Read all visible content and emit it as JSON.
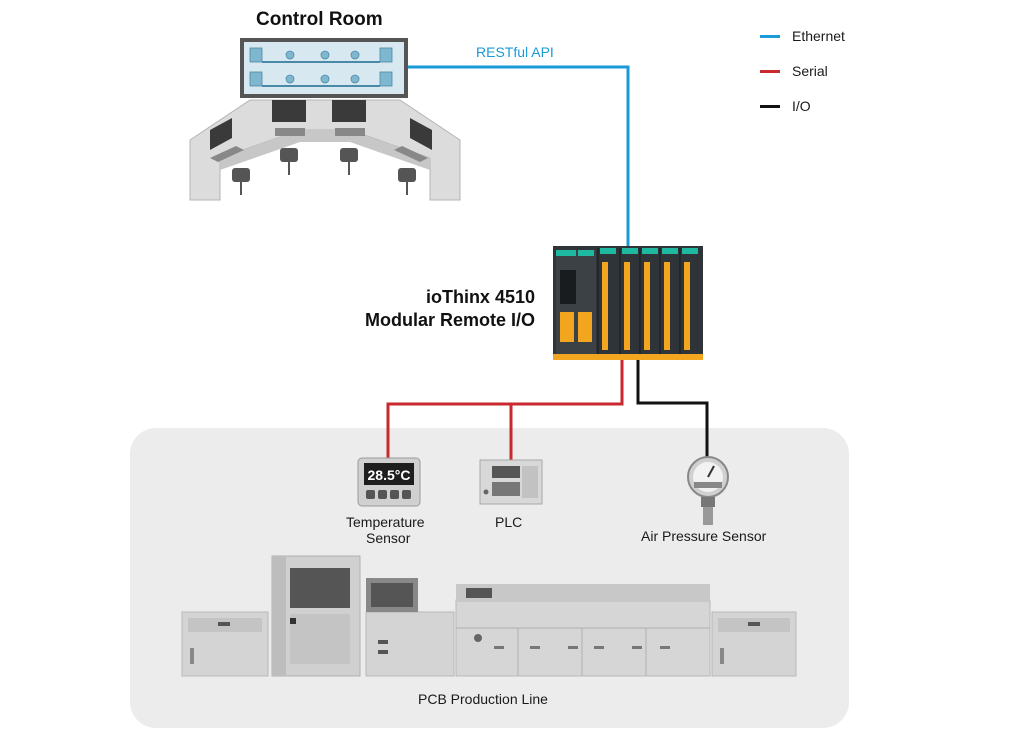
{
  "control_room": {
    "label": "Control Room"
  },
  "link": {
    "label": "RESTful API"
  },
  "device": {
    "name_line1": "ioThinx 4510",
    "name_line2": "Modular Remote I/O"
  },
  "legend": [
    {
      "label": "Ethernet",
      "color": "#1a9ad6"
    },
    {
      "label": "Serial",
      "color": "#c8282e"
    },
    {
      "label": "I/O",
      "color": "#111111"
    }
  ],
  "temperature_sensor": {
    "label_line1": "Temperature",
    "label_line2": "Sensor",
    "display": "28.5°C"
  },
  "plc": {
    "label": "PLC"
  },
  "air_pressure_sensor": {
    "label": "Air Pressure Sensor"
  },
  "production_line": {
    "label": "PCB Production Line"
  }
}
